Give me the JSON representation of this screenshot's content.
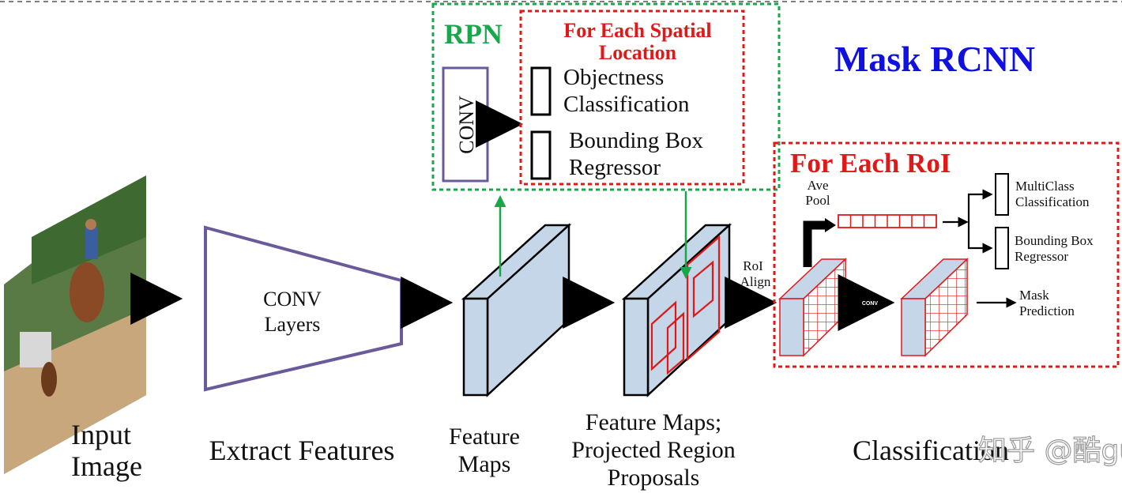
{
  "title": "Mask RCNN",
  "rpn": {
    "label": "RPN",
    "conv_label": "CONV",
    "spatial_heading": [
      "For Each Spatial",
      "Location"
    ],
    "objectness_label": [
      "Objectness",
      "Classification"
    ],
    "bbox_label": [
      "Bounding Box",
      "Regressor"
    ]
  },
  "pipeline": {
    "conv_layers_label": [
      "CONV",
      "Layers"
    ],
    "roi_align_label": [
      "RoI",
      "Align"
    ]
  },
  "captions": {
    "input_image": [
      "Input",
      "Image"
    ],
    "extract_features": "Extract Features",
    "feature_maps": [
      "Feature",
      "Maps"
    ],
    "feature_maps_proposals": [
      "Feature Maps;",
      "Projected Region",
      "Proposals"
    ],
    "classification": "Classification"
  },
  "roi_head": {
    "heading": "For Each RoI",
    "ave_pool_label": [
      "Ave",
      "Pool"
    ],
    "conv_label": "CONV",
    "multiclass_label": [
      "MultiClass",
      "Classification"
    ],
    "bbox_label": [
      "Bounding Box",
      "Regressor"
    ],
    "mask_label": [
      "Mask",
      "Prediction"
    ]
  },
  "watermark": "知乎 @酷guy",
  "colors": {
    "rpn_border": "#1aa64a",
    "roi_border": "#e01818",
    "title": "#1010e0",
    "conv_trapezoid": "#6a5a9a",
    "feature_map_fill": "#c5d6e8"
  }
}
